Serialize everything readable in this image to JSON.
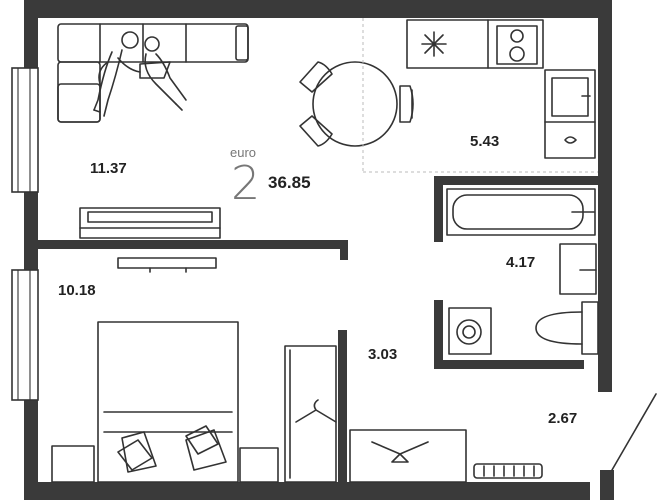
{
  "plan": {
    "type_label": "euro",
    "rooms_count": "2",
    "total_area": "36.85",
    "room_areas": {
      "living_room": "11.37",
      "kitchen": "5.43",
      "bathroom": "4.17",
      "bedroom": "10.18",
      "hallway": "3.03",
      "entrance": "2.67"
    }
  }
}
